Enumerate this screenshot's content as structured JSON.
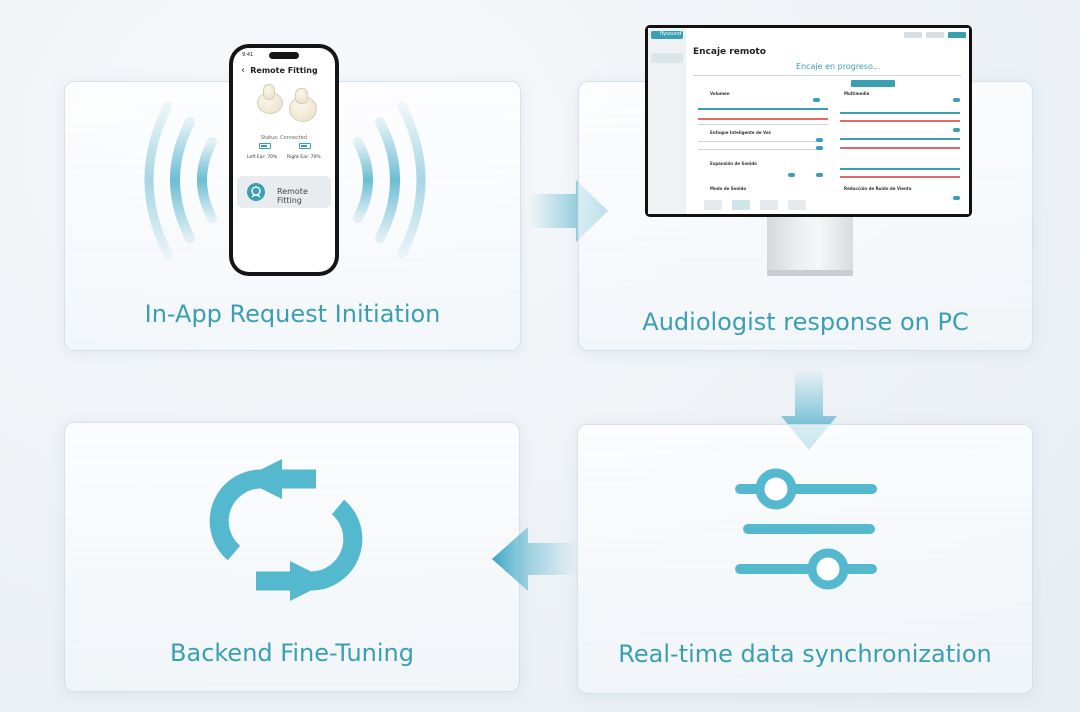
{
  "colors": {
    "accent": "#3a9fb0",
    "arrow": "#54b2cc"
  },
  "steps": [
    {
      "title": "In-App Request Initiation"
    },
    {
      "title": "Audiologist response on PC"
    },
    {
      "title": "Real-time data synchronization"
    },
    {
      "title": "Backend Fine-Tuning"
    }
  ],
  "phone": {
    "time": "9:41",
    "title": "Remote Fitting",
    "status": "Status: Connected",
    "left_ear": "Left Ear: 70%",
    "right_ear": "Right Ear: 70%",
    "button_label": "Remote Fitting"
  },
  "monitor": {
    "logo": "flysound",
    "title": "Encaje remoto",
    "progress": "Encaje en progreso...",
    "sections": [
      "Volumen",
      "Enfoque Inteligente de Voz",
      "Expansión de Sonido",
      "Modo de Sonido",
      "Multimedia",
      "Reducción de Ruido de Viento"
    ]
  },
  "icons": [
    "refresh-cycle-icon",
    "sliders-icon",
    "remote-fitting-icon",
    "hearing-aid-icon",
    "arrow-right-icon",
    "arrow-down-icon",
    "arrow-left-icon",
    "sound-wave-icon"
  ]
}
